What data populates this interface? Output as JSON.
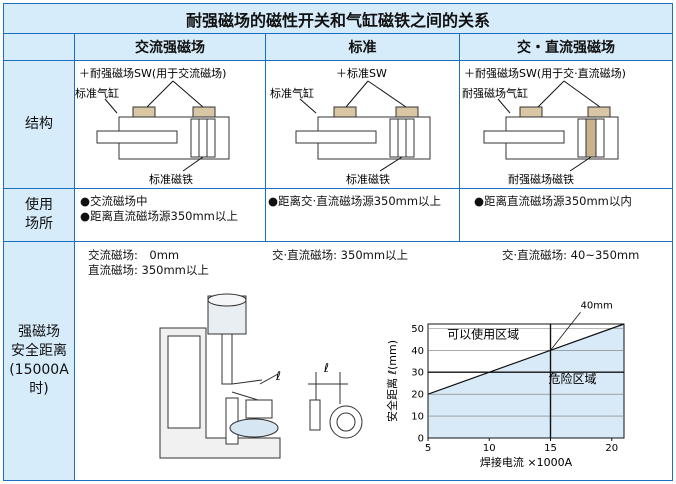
{
  "title": "耐强磁场的磁性开关和气缸磁铁之间的关系",
  "columns": [
    "交流强磁场",
    "标准",
    "交・直流强磁场"
  ],
  "rows": {
    "structure": "结构",
    "usage": [
      "使用",
      "场所"
    ],
    "distance": [
      "强磁场",
      "安全距离",
      "(15000A",
      "时)"
    ]
  },
  "structure": {
    "ac": {
      "switch_label": "＋耐强磁场SW(用于交流磁场)",
      "cylinder_label": "标准气缸",
      "magnet_label": "标准磁铁"
    },
    "std": {
      "switch_label": "＋标准SW",
      "cylinder_label": "标准气缸",
      "magnet_label": "标准磁铁"
    },
    "acdc": {
      "switch_label": "＋耐强磁场SW(用于交·直流磁场)",
      "cylinder_label": "耐强磁场气缸",
      "magnet_label": "耐强磁场磁铁"
    }
  },
  "usage": {
    "ac": [
      "●交流磁场中",
      "●距离直流磁场源350mm以上"
    ],
    "std": [
      "●距离交·直流磁场源350mm以上"
    ],
    "acdc": [
      "●距离直流磁场源350mm以内"
    ]
  },
  "distance": {
    "ac": [
      "交流磁场:　0mm",
      "直流磁场: 350mm以上"
    ],
    "std": "交·直流磁场: 350mm以上",
    "acdc": "交·直流磁场: 40~350mm"
  },
  "illustration": {
    "l_label": "ℓ"
  },
  "chart_data": {
    "type": "line",
    "x_ticks": [
      "5",
      "10",
      "15",
      "20"
    ],
    "y_ticks": [
      "0",
      "10",
      "20",
      "30",
      "40",
      "50"
    ],
    "xlim": [
      5,
      21
    ],
    "ylim": [
      0,
      52
    ],
    "xlabel": "焊接电流 ×1000A",
    "ylabel": "安全距离 ℓ(mm)",
    "series": [
      {
        "x": [
          5,
          15,
          21
        ],
        "y": [
          20,
          40,
          52
        ]
      }
    ],
    "reference_lines": {
      "x": 15,
      "y": 30
    },
    "annotations": {
      "point_label": "40mm",
      "usable": "可以使用区域",
      "danger": "危险区域"
    }
  }
}
